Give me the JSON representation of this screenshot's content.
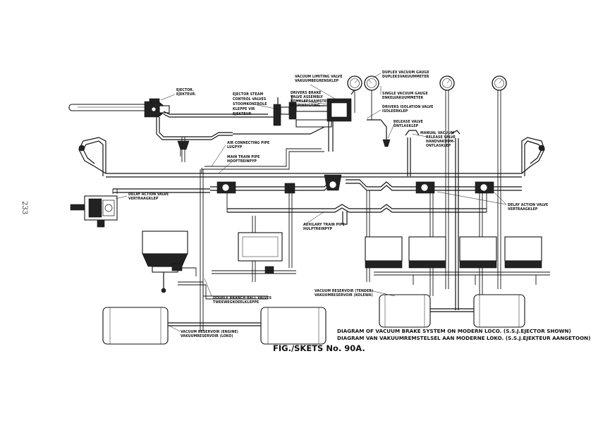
{
  "page_number": "233",
  "figure_label": "FIG./SKETS No. 90A.",
  "caption": {
    "english": "DIAGRAM OF VACUUM BRAKE SYSTEM ON MODERN LOCO. (S.S.J.EJECTOR SHOWN)",
    "afrikaans": "DIAGRAM VAN VAKUUMREMSTELSEL AAN MODERNE LOKO. (S.S.J.EJEKTEUR AANGETOON)"
  },
  "labels": {
    "ejector": [
      "EJECTOR.",
      "EJEKTEUR."
    ],
    "ejector_steam_control": [
      "EJECTOR STEAM",
      "CONTROL VALVES",
      "STOOMKONTROLE",
      "KLEPPE VIR",
      "EJEKTEUR"
    ],
    "vacuum_limiting": [
      "VACUUM LIMITING VALVE",
      "VAKUUMBEGRENSKLEP"
    ],
    "duplex_gauge": [
      "DUPLEX VACUUM GAUGE",
      "DUPLEKSVAKUUMMETER"
    ],
    "drivers_brake": [
      "DRIVERS BRAKE",
      "VALVE ASSEMBLY",
      "REMKLEPSAAMSTEL-",
      "KLEPINRIGTING"
    ],
    "single_gauge": [
      "SINGLE VACUUM GAUGE",
      "ENKELVAKUUMMETER"
    ],
    "drivers_isolation": [
      "DRIVERS ISOLATION VALVE",
      "ISOLEERKLEP"
    ],
    "release_valve": [
      "RELEASE VALVE",
      "ONTLASKLEP"
    ],
    "manual_release": [
      "MANUAL VACUUM",
      "RELEASE VALVE",
      "HANDVAKUUM-",
      "ONTLASKLEP"
    ],
    "air_connecting": [
      "AIR CONNECTING PIPE",
      "LUGPYP"
    ],
    "main_train": [
      "MAIN TRAIN PIPE",
      "HOOFTREINPYP"
    ],
    "delay_action_left": [
      "DELAY ACTION VALVE",
      "VERTRAAGKLEP"
    ],
    "delay_action_right": [
      "DELAY ACTION VALVE",
      "VERTRAAGKLEP"
    ],
    "auxiliary_train": [
      "AUXILARY TRAIN PIPE",
      "HULPTREINPYP"
    ],
    "double_branch": [
      "DOUBLE BRANCH BALL VALVES",
      "TWEEWEGKOEELKLEPPE"
    ],
    "reservoir_tender": [
      "VACUUM RESERVOIR (TENDER)",
      "VAKUUMRESERVOIR (KOLEWA)"
    ],
    "reservoir_engine": [
      "VACUUM RESERVOIR (ENGINE)",
      "VAKUUMRESERVOIR (LOKO)"
    ]
  }
}
